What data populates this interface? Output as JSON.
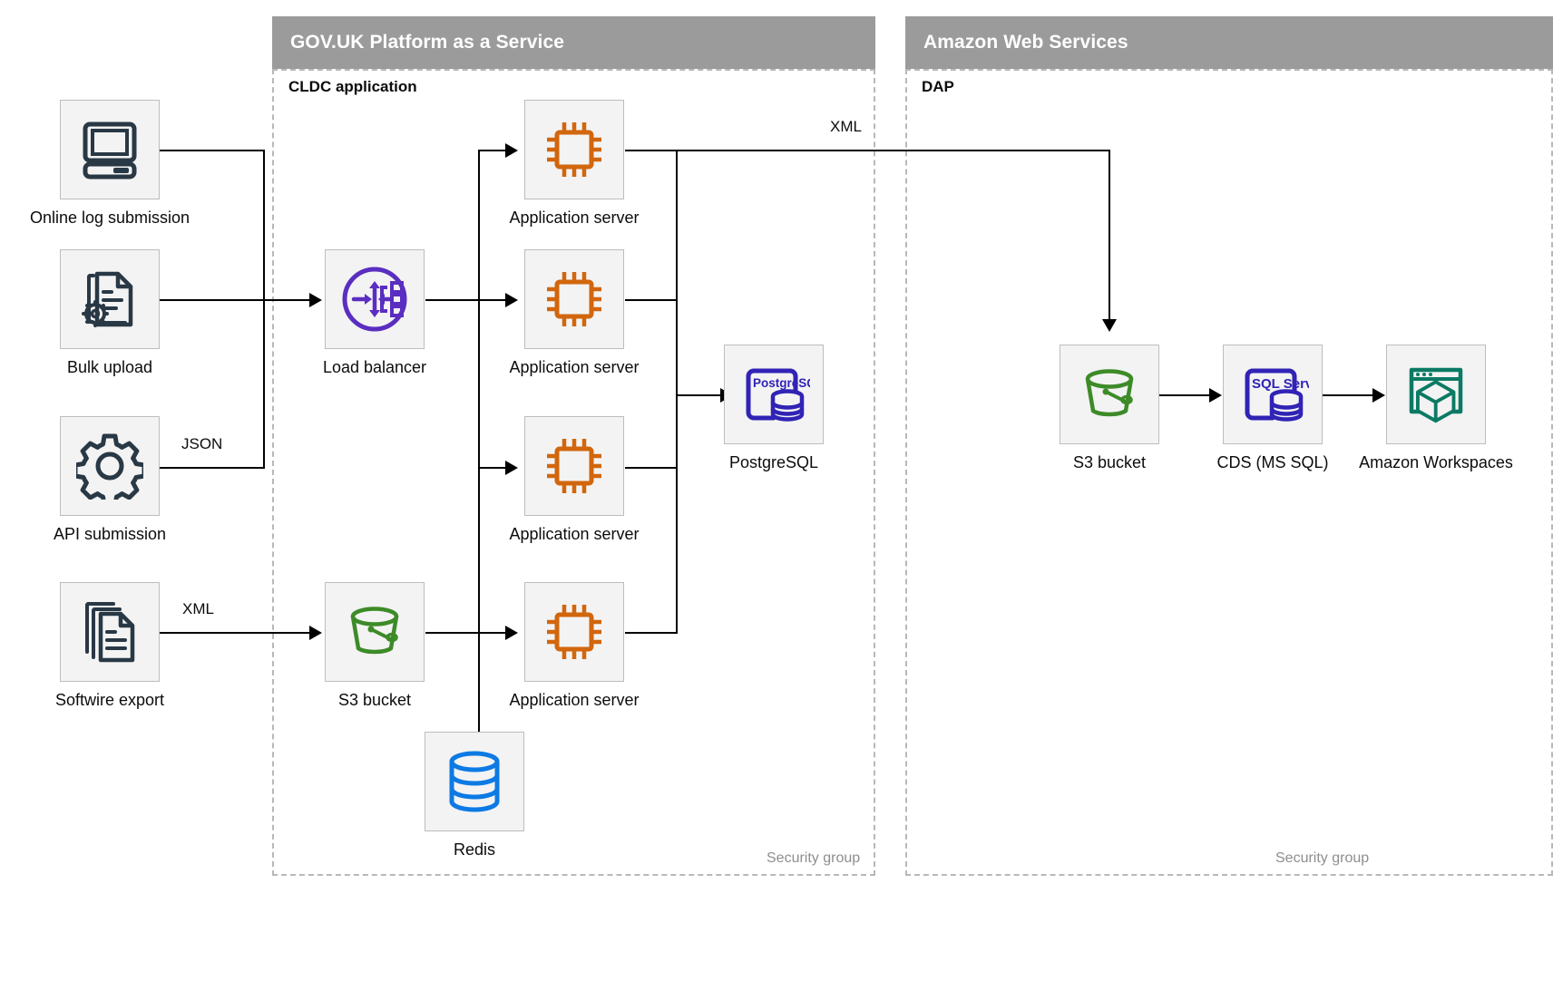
{
  "groups": [
    {
      "id": "paas",
      "title": "GOV.UK Platform as a Service",
      "inner_label": "CLDC application",
      "security_label": "Security group"
    },
    {
      "id": "aws",
      "title": "Amazon Web Services",
      "inner_label": "DAP",
      "security_label": "Security group"
    }
  ],
  "nodes": {
    "online_log": {
      "caption": "Online log submission",
      "icon": "desktop-computer-icon",
      "color": "#293845"
    },
    "bulk_upload": {
      "caption": "Bulk upload",
      "icon": "document-gear-icon",
      "color": "#293845"
    },
    "api_submission": {
      "caption": "API submission",
      "icon": "gear-icon",
      "color": "#293845"
    },
    "softwire_export": {
      "caption": "Softwire export",
      "icon": "document-stack-icon",
      "color": "#293845"
    },
    "load_balancer": {
      "caption": "Load balancer",
      "icon": "load-balancer-icon",
      "color": "#5a2ec0"
    },
    "s3_bucket_paas": {
      "caption": "S3 bucket",
      "icon": "s3-bucket-icon",
      "color": "#3d8b28"
    },
    "app_server_1": {
      "caption": "Application server",
      "icon": "cpu-chip-icon",
      "color": "#d2660d"
    },
    "app_server_2": {
      "caption": "Application server",
      "icon": "cpu-chip-icon",
      "color": "#d2660d"
    },
    "app_server_3": {
      "caption": "Application server",
      "icon": "cpu-chip-icon",
      "color": "#d2660d"
    },
    "app_server_4": {
      "caption": "Application server",
      "icon": "cpu-chip-icon",
      "color": "#d2660d"
    },
    "postgresql": {
      "caption": "PostgreSQL",
      "icon": "postgresql-icon",
      "color": "#3023b5",
      "badge": "PostgreSQL"
    },
    "redis": {
      "caption": "Redis",
      "icon": "redis-database-icon",
      "color": "#0d7ae4"
    },
    "s3_bucket_aws": {
      "caption": "S3 bucket",
      "icon": "s3-bucket-icon",
      "color": "#3d8b28"
    },
    "cds_mssql": {
      "caption": "CDS (MS SQL)",
      "icon": "sql-server-icon",
      "color": "#3023b5",
      "badge": "SQL Server"
    },
    "workspaces": {
      "caption": "Amazon Workspaces",
      "icon": "amazon-workspaces-icon",
      "color": "#0b7a64"
    }
  },
  "edge_labels": {
    "json": "JSON",
    "xml_softwire": "XML",
    "xml_to_s3": "XML"
  },
  "colors": {
    "header_bg": "#9b9b9b",
    "tile_bg": "#f3f3f3",
    "tile_border": "#bdbdbd",
    "dashed_border": "#b8b8b8",
    "connector": "#000000",
    "text": "#0b0c0c",
    "muted_text": "#8e8e8e"
  }
}
